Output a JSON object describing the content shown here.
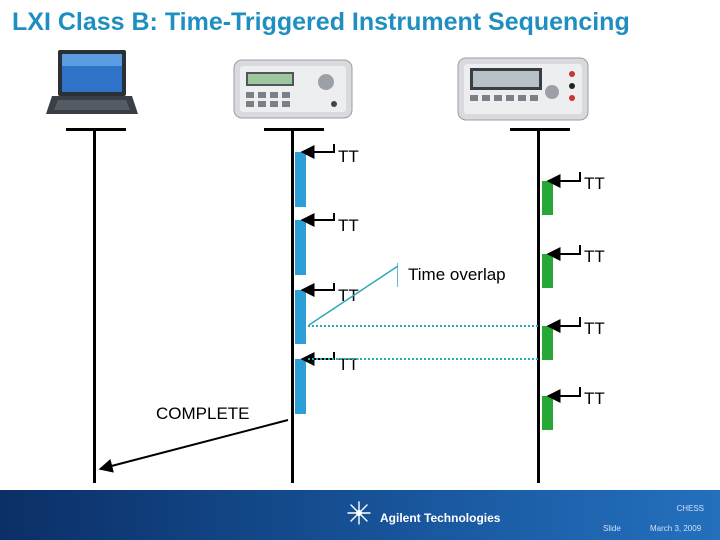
{
  "title": "LXI Class B: Time-Triggered Instrument Sequencing",
  "diagram": {
    "trigger_label": "TT",
    "time_overlap_label": "Time overlap",
    "complete_label": "COMPLETE",
    "instruments": [
      {
        "name": "laptop-controller",
        "icon": "laptop-icon"
      },
      {
        "name": "function-generator",
        "icon": "function-generator-icon"
      },
      {
        "name": "digital-multimeter",
        "icon": "multimeter-icon"
      }
    ],
    "colors": {
      "generator_pulse": "#2e9fd6",
      "meter_pulse": "#27a836",
      "overlap_dots": "#2aa8b8"
    }
  },
  "footer": {
    "brand": "Agilent Technologies",
    "event": "CHESS",
    "slide": "Slide",
    "date": "March 3, 2009"
  }
}
